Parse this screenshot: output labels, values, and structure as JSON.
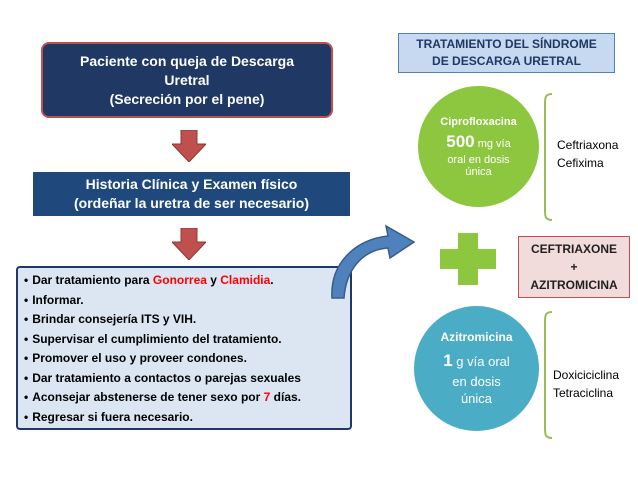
{
  "complaint": {
    "line1": "Paciente con queja de Descarga",
    "line2": "Uretral",
    "line3": "(Secreción por el pene)"
  },
  "history": {
    "line1": "Historia Clínica y Examen físico",
    "line2": "(ordeñar la uretra de ser necesario)"
  },
  "actions": {
    "item1": {
      "pre": "Dar tratamiento para ",
      "gonorrea": "Gonorrea",
      "y": " y ",
      "clamidia": "Clamidia",
      "post": "."
    },
    "item2": "Informar.",
    "item3": "Brindar consejería ITS y VIH.",
    "item4": "Supervisar el cumplimiento del tratamiento.",
    "item5": "Promover el uso y proveer condones.",
    "item6": "Dar tratamiento a contactos o parejas sexuales",
    "item7": {
      "pre": "Aconsejar abstenerse de tener sexo por ",
      "days": "7",
      "post": " días."
    },
    "item8": "Regresar si fuera necesario."
  },
  "syndrome": {
    "line1": "TRATAMIENTO DEL SÍNDROME",
    "line2": "DE DESCARGA URETRAL"
  },
  "cipro": {
    "name": "Ciprofloxacina",
    "dose_number": "500",
    "dose_unit": " mg vía",
    "line3": "oral en dosis",
    "line4": "única"
  },
  "cipro_alternatives": [
    "Ceftriaxona",
    "Cefixima"
  ],
  "combo": {
    "line1": "CEFTRIAXONE",
    "line2": "+",
    "line3": "AZITROMICINA"
  },
  "azi": {
    "name": "Azitromicina",
    "dose_number": "1",
    "dose_unit": " g vía oral",
    "line3": "en dosis",
    "line4": "única"
  },
  "azi_alternatives": [
    "Doxiciciclina",
    "Tetraciclina"
  ],
  "colors": {
    "navy": "#1f3864",
    "arrow_red": "#c0504d",
    "green": "#8dc63f",
    "teal": "#4bacc6",
    "highlight_red": "#ff0000"
  }
}
